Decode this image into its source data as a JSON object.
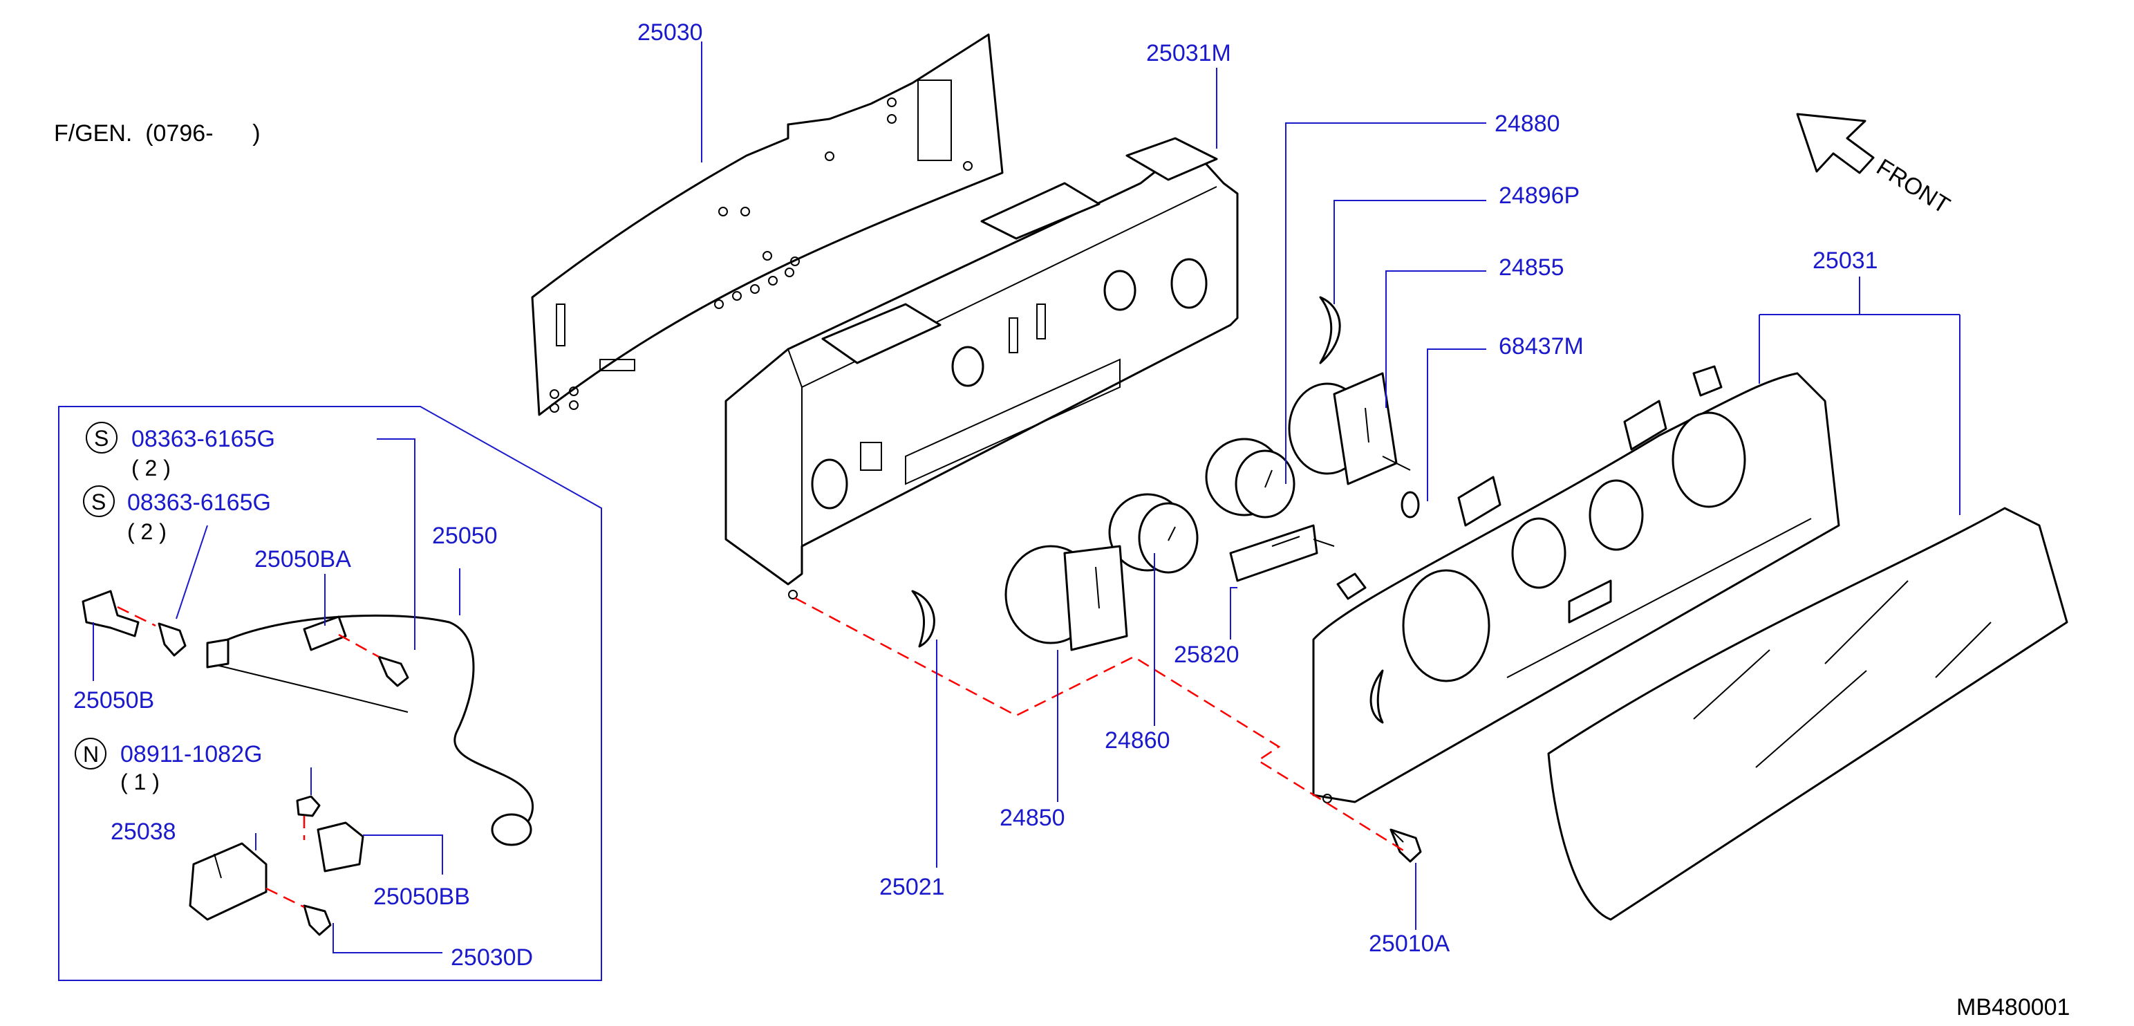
{
  "header": {
    "text": "F/GEN.  (0796-      )"
  },
  "diagram_code": "MB480001",
  "direction_label": "FRONT",
  "part_numbers": {
    "p25030": "25030",
    "p25031M": "25031M",
    "p24880": "24880",
    "p24896P": "24896P",
    "p24855": "24855",
    "p68437M": "68437M",
    "p25031": "25031",
    "p25820": "25820",
    "p24860": "24860",
    "p24850": "24850",
    "p25021": "25021",
    "p25010A": "25010A",
    "p08363a": "08363-6165G",
    "p08363b": "08363-6165G",
    "p25050BA": "25050BA",
    "p25050": "25050",
    "p25050B": "25050B",
    "p08911": "08911-1082G",
    "p25038": "25038",
    "p25050BB": "25050BB",
    "p25030D": "25030D"
  },
  "symbols": {
    "s1": "S",
    "s2": "S",
    "n1": "N"
  },
  "quantities": {
    "q1": "( 2 )",
    "q2": "( 2 )",
    "q3": "( 1 )"
  }
}
